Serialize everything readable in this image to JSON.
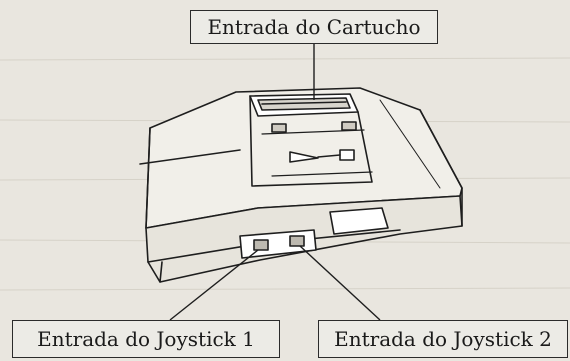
{
  "labels": {
    "cartridge_slot": "Entrada do Cartucho",
    "joystick_1": "Entrada do Joystick 1",
    "joystick_2": "Entrada do Joystick 2"
  }
}
